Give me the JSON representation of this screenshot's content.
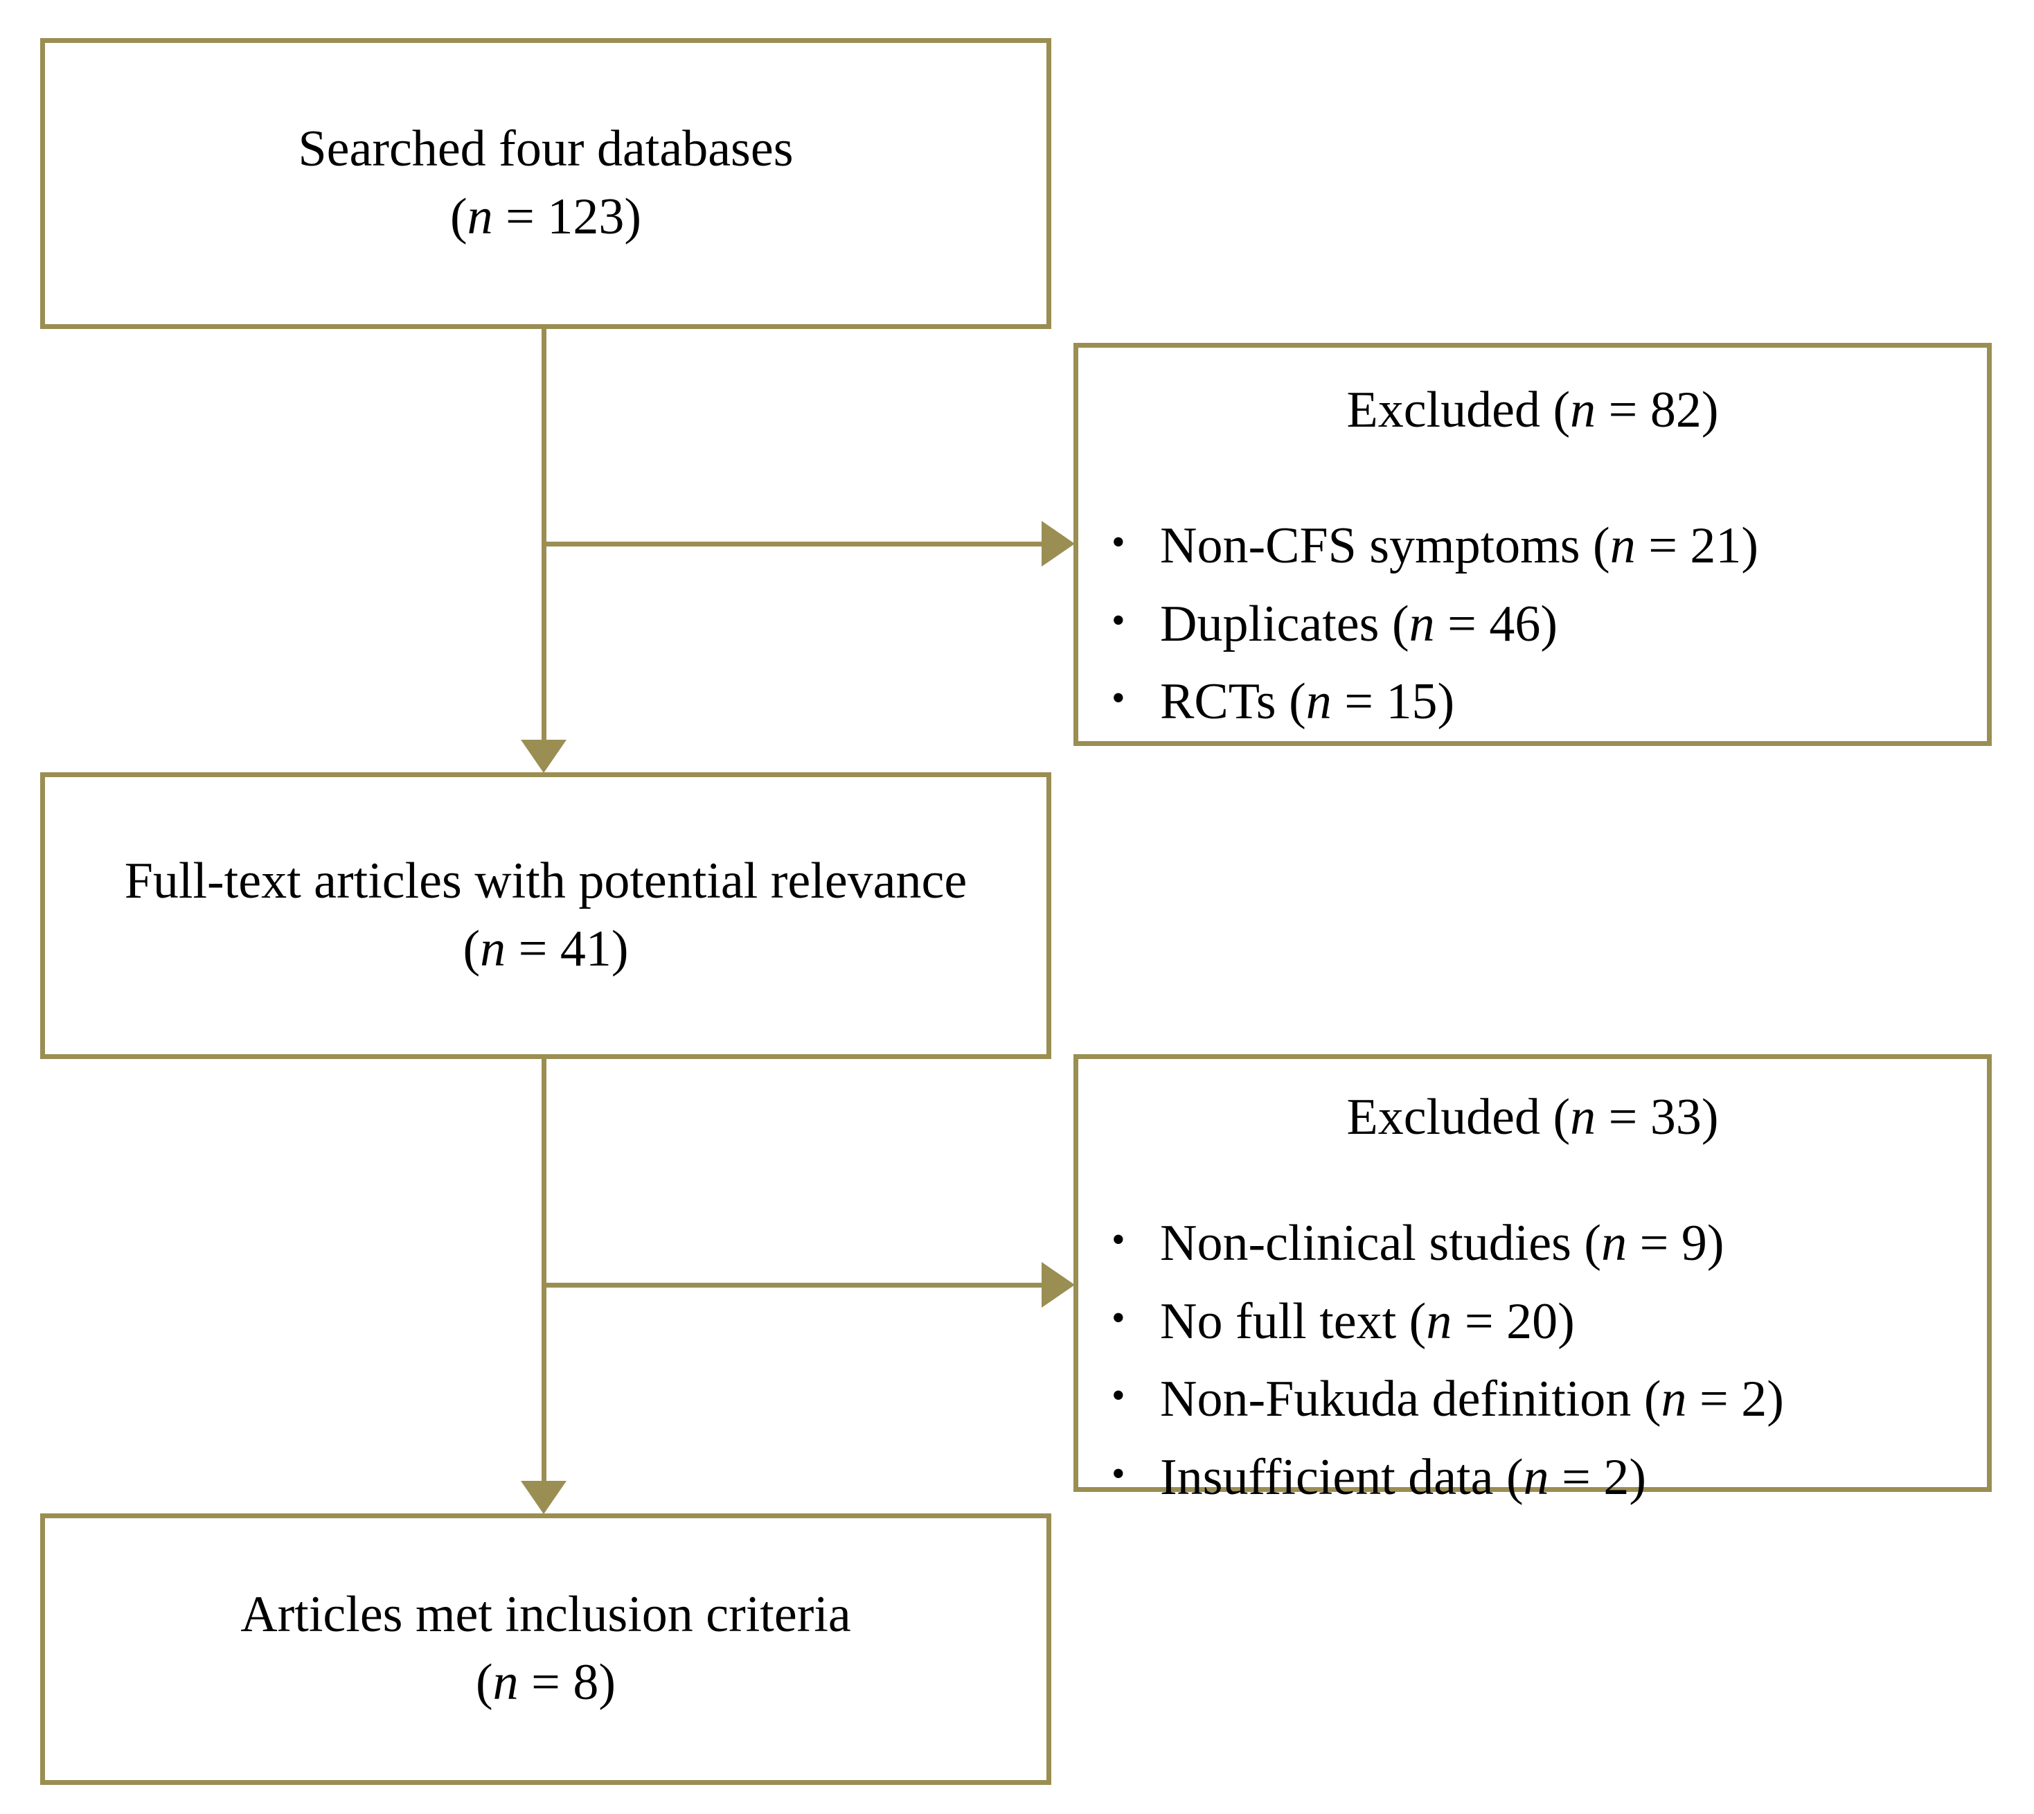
{
  "diagram": {
    "type": "prisma-study-selection-flowchart",
    "accent_color": "#9a8e53",
    "background_color": "#ffffff",
    "text_color": "#000000"
  },
  "boxes": {
    "searched": {
      "line1": "Searched  four databases",
      "count_prefix": "(",
      "count_n": "n",
      "count_eq": " = ",
      "count_value": "123",
      "count_suffix": ")"
    },
    "full_text": {
      "line1": "Full-text articles with potential relevance",
      "count_prefix": "(",
      "count_n": "n",
      "count_eq": " = ",
      "count_value": "41",
      "count_suffix": ")"
    },
    "included": {
      "line1": "Articles met inclusion criteria",
      "count_prefix": "(",
      "count_n": "n",
      "count_eq": " = ",
      "count_value": "8",
      "count_suffix": ")"
    },
    "excluded_1": {
      "heading_label": "Excluded ",
      "heading_prefix": "(",
      "heading_n": "n",
      "heading_eq": " = ",
      "heading_value": "82",
      "heading_suffix": ")",
      "items": [
        {
          "label": "Non-CFS symptoms ",
          "prefix": "(",
          "n": "n",
          "eq": " = ",
          "value": "21",
          "suffix": ")"
        },
        {
          "label": "Duplicates ",
          "prefix": "(",
          "n": "n",
          "eq": " = ",
          "value": "46",
          "suffix": ")"
        },
        {
          "label": "RCTs ",
          "prefix": "(",
          "n": "n",
          "eq": " = ",
          "value": "15",
          "suffix": ")"
        }
      ]
    },
    "excluded_2": {
      "heading_label": "Excluded ",
      "heading_prefix": "(",
      "heading_n": "n",
      "heading_eq": " = ",
      "heading_value": "33",
      "heading_suffix": ")",
      "items": [
        {
          "label": "Non-clinical studies ",
          "prefix": "(",
          "n": "n",
          "eq": " = ",
          "value": "9",
          "suffix": ")"
        },
        {
          "label": "No full text ",
          "prefix": "(",
          "n": "n",
          "eq": " = ",
          "value": "20",
          "suffix": ")"
        },
        {
          "label": "Non-Fukuda definition ",
          "prefix": "(",
          "n": "n",
          "eq": " = ",
          "value": "2",
          "suffix": ")"
        },
        {
          "label": "Insufficient data ",
          "prefix": "(",
          "n": "n",
          "eq": " = ",
          "value": "2",
          "suffix": ")"
        }
      ]
    }
  },
  "connectors": [
    {
      "name": "searched-to-fulltext",
      "kind": "vertical-arrow"
    },
    {
      "name": "searched-to-excluded-1",
      "kind": "horizontal-arrow"
    },
    {
      "name": "fulltext-to-included",
      "kind": "vertical-arrow"
    },
    {
      "name": "fulltext-to-excluded-2",
      "kind": "horizontal-arrow"
    }
  ]
}
